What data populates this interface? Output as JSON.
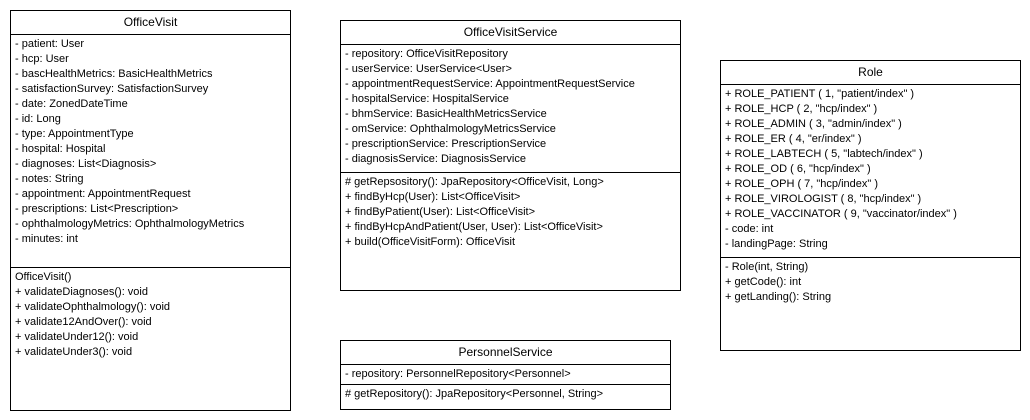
{
  "classes": {
    "office_visit": {
      "name": "OfficeVisit",
      "attributes": [
        "- patient: User",
        "- hcp: User",
        "- bascHealthMetrics: BasicHealthMetrics",
        "- satisfactionSurvey: SatisfactionSurvey",
        "- date: ZonedDateTime",
        "- id: Long",
        "- type: AppointmentType",
        "- hospital: Hospital",
        "- diagnoses: List<Diagnosis>",
        "- notes: String",
        "- appointment: AppointmentRequest",
        "- prescriptions: List<Prescription>",
        "- ophthalmologyMetrics: OphthalmologyMetrics",
        "- minutes: int"
      ],
      "methods": [
        "OfficeVisit()",
        "+ validateDiagnoses(): void",
        "+ validateOphthalmology(): void",
        "+ validate12AndOver(): void",
        "+ validateUnder12(): void",
        "+ validateUnder3(): void"
      ]
    },
    "office_visit_service": {
      "name": "OfficeVisitService",
      "attributes": [
        "- repository: OfficeVisitRepository",
        "- userService: UserService<User>",
        "- appointmentRequestService: AppointmentRequestService",
        "- hospitalService: HospitalService",
        "- bhmService: BasicHealthMetricsService",
        "- omService: OphthalmologyMetricsService",
        "- prescriptionService: PrescriptionService",
        "- diagnosisService: DiagnosisService"
      ],
      "methods": [
        "# getRepsository(): JpaRepository<OfficeVisit, Long>",
        "+ findByHcp(User): List<OfficeVisit>",
        "+ findByPatient(User): List<OfficeVisit>",
        "+ findByHcpAndPatient(User, User): List<OfficeVisit>",
        "+ build(OfficeVisitForm): OfficeVisit"
      ]
    },
    "personnel_service": {
      "name": "PersonnelService",
      "attributes": [
        "- repository: PersonnelRepository<Personnel>"
      ],
      "methods": [
        "# getRepository(): JpaRepository<Personnel, String>"
      ]
    },
    "role": {
      "name": "Role",
      "attributes": [
        "+ ROLE_PATIENT ( 1, \"patient/index\" )",
        "+ ROLE_HCP ( 2, \"hcp/index\" )",
        "+ ROLE_ADMIN ( 3, \"admin/index\" )",
        "+ ROLE_ER ( 4, \"er/index\" )",
        "+ ROLE_LABTECH ( 5, \"labtech/index\" )",
        "+ ROLE_OD ( 6, \"hcp/index\" )",
        "+ ROLE_OPH ( 7, \"hcp/index\" )",
        "+ ROLE_VIROLOGIST ( 8, \"hcp/index\" )",
        "+ ROLE_VACCINATOR ( 9, \"vaccinator/index\" )",
        "- code: int",
        "- landingPage: String"
      ],
      "methods": [
        "- Role(int, String)",
        "+ getCode(): int",
        "+ getLanding(): String"
      ]
    }
  }
}
